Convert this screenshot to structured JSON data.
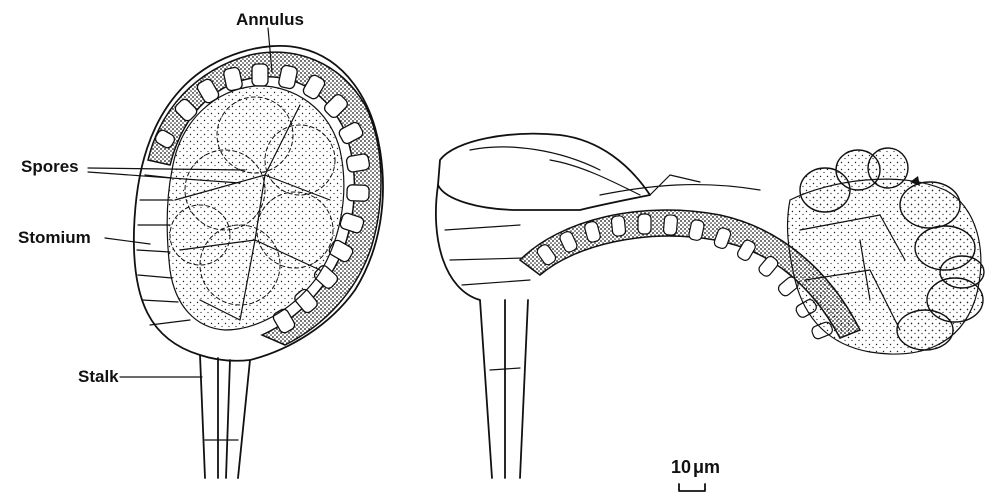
{
  "labels": {
    "annulus": "Annulus",
    "spores": "Spores",
    "stomium": "Stomium",
    "stalk": "Stalk"
  },
  "scale_bar": {
    "value": "10",
    "unit": "μm"
  }
}
